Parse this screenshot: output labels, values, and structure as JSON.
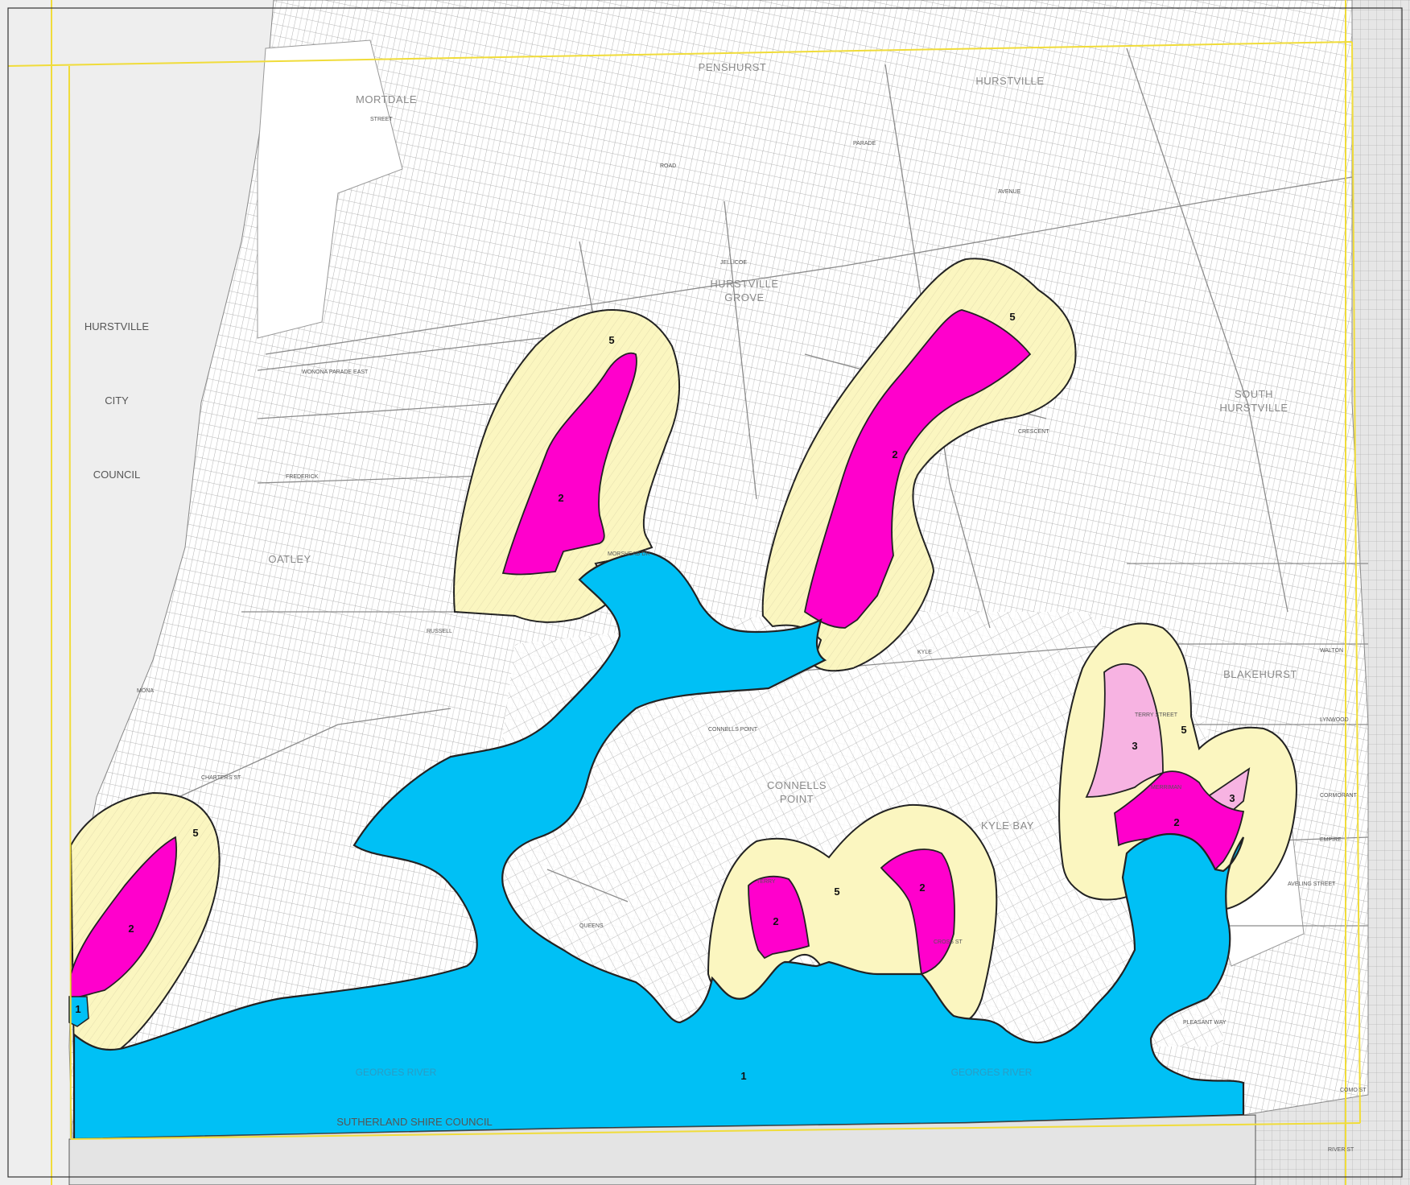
{
  "map": {
    "colors": {
      "waterway": "#00c0f5",
      "zone2": "#ff00cc",
      "zone3": "#f7b3e2",
      "zone5": "#fbf6c0",
      "boundary": "#f0dc3a",
      "parcel_line": "#9a9a9a",
      "outside_fill": "#e2e2e2"
    },
    "council_labels": {
      "hurstville": [
        "HURSTVILLE",
        "CITY",
        "COUNCIL"
      ],
      "sutherland": "SUTHERLAND SHIRE COUNCIL"
    },
    "suburbs": {
      "mortdale": "MORTDALE",
      "penshurst": "PENSHURST",
      "hurstville": "HURSTVILLE",
      "hurstville_grove": [
        "HURSTVILLE",
        "GROVE"
      ],
      "south_hurstville": [
        "SOUTH",
        "HURSTVILLE"
      ],
      "oatley": "OATLEY",
      "connells_point": [
        "CONNELLS",
        "POINT"
      ],
      "kyle_bay": "KYLE BAY",
      "blakehurst": "BLAKEHURST"
    },
    "river_labels": [
      "GEORGES RIVER",
      "GEORGES RIVER"
    ],
    "zone_labels": [
      "1",
      "1",
      "2",
      "2",
      "2",
      "2",
      "2",
      "2",
      "3",
      "3",
      "5",
      "5",
      "5",
      "5",
      "5"
    ],
    "streets": [
      "STREET",
      "ROAD",
      "PARADE",
      "AVENUE",
      "CRESCENT",
      "MORSHEAD DR",
      "RUSSELL",
      "QUEENS",
      "CROSS ST",
      "TERRY",
      "KYLE",
      "CONNELLS POINT",
      "LYNWOOD",
      "WALTON",
      "AVELING STREET",
      "PLEASANT WAY",
      "RIVER ST",
      "COMO ST",
      "CHARTERS ST",
      "FREDERICK",
      "MONA",
      "WONONA PARADE EAST",
      "JELLICOE",
      "MERRIMAN",
      "EMPIRE",
      "CORMORANT",
      "TERRY STREET"
    ]
  }
}
